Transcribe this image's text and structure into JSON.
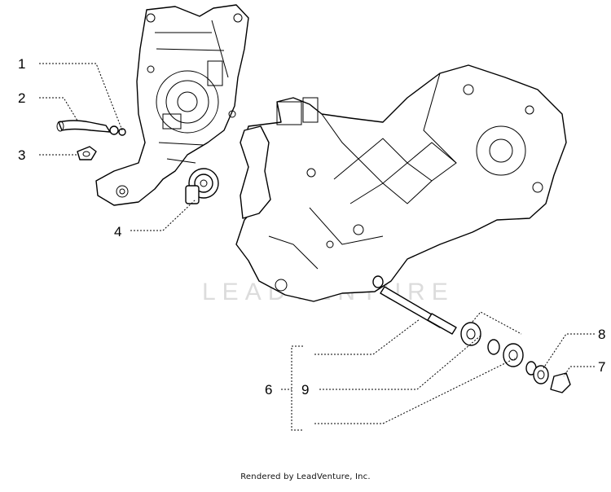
{
  "diagram": {
    "watermark": "LEADVENTURE",
    "callouts": [
      {
        "id": "1",
        "label": "1"
      },
      {
        "id": "2",
        "label": "2"
      },
      {
        "id": "3",
        "label": "3"
      },
      {
        "id": "4",
        "label": "4"
      },
      {
        "id": "6",
        "label": "6"
      },
      {
        "id": "9",
        "label": "9"
      },
      {
        "id": "8",
        "label": "8"
      },
      {
        "id": "7",
        "label": "7"
      }
    ]
  },
  "footer": {
    "credit": "Rendered by LeadVenture, Inc."
  }
}
